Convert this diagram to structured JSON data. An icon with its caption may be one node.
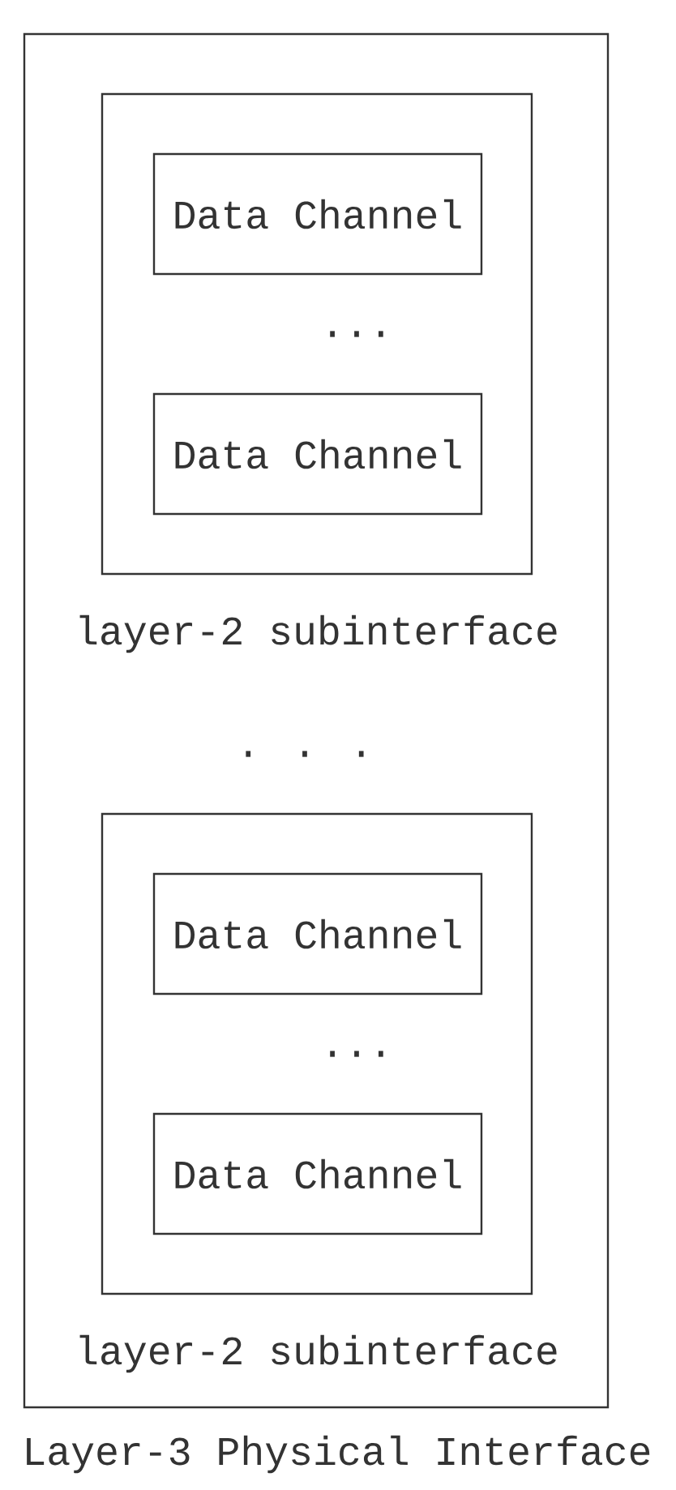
{
  "diagram": {
    "nodes": [
      {
        "text": [
          "Layer-3 Physical Interface"
        ]
      },
      {
        "text": [
          "layer-2 subinterface"
        ],
        "in": 0
      },
      {
        "text": [
          "Data Channel"
        ],
        "in": 1
      },
      {
        "text": [
          "Data Channel"
        ],
        "in": 1
      },
      {
        "text": [
          "layer-2 subinterface"
        ],
        "in": 0
      },
      {
        "text": [
          "Data Channel"
        ],
        "in": 4
      },
      {
        "text": [
          "Data Channel"
        ],
        "in": 4
      }
    ],
    "labels": [
      "...",
      ". . .",
      "..."
    ]
  }
}
